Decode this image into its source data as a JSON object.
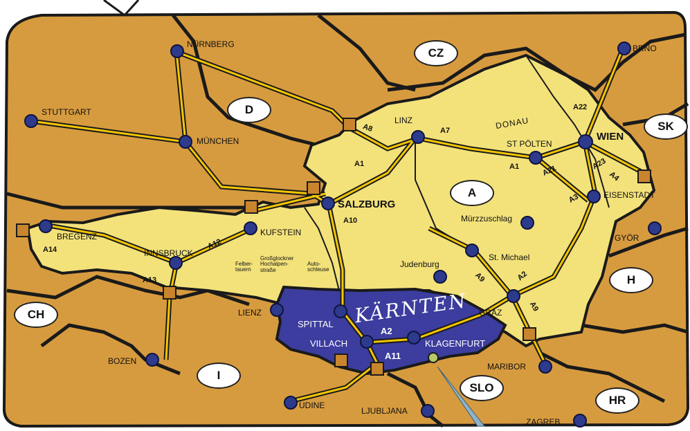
{
  "region_label": "KÄRNTEN",
  "countries": [
    "CZ",
    "D",
    "SK",
    "A",
    "H",
    "CH",
    "I",
    "SLO",
    "HR"
  ],
  "cities": [
    "NÜRNBERG",
    "BRNO",
    "STUTTGART",
    "LINZ",
    "WIEN",
    "MÜNCHEN",
    "ST PÖLTEN",
    "SALZBURG",
    "EISENSTADT",
    "BREGENZ",
    "KUFSTEIN",
    "Mürzzuschlag",
    "GYÖR",
    "INNSBRUCK",
    "St. Michael",
    "Judenburg",
    "LIENZ",
    "SPITTAL",
    "VILLACH",
    "KLAGENFURT",
    "GRAZ",
    "BOZEN",
    "MARIBOR",
    "UDINE",
    "LJUBLJANA",
    "ZAGREB"
  ],
  "roads": [
    "A8",
    "A7",
    "A22",
    "A1",
    "A1",
    "A21",
    "A23",
    "A4",
    "A3",
    "A10",
    "A12",
    "A14",
    "A13",
    "A9",
    "A2",
    "A9",
    "A2",
    "A11"
  ],
  "river": "DONAU",
  "passes": {
    "felbertauern": "Felber-tauern",
    "grossglockner": "Großglockner Hochalpen-straße",
    "autoschleuse": "Auto-schleuse"
  },
  "colors": {
    "foreign": "#d79b3f",
    "austria": "#f3e27a",
    "carinthia": "#3c3d9e",
    "motorway": "#f5c600",
    "border": "#1a1a1a"
  }
}
